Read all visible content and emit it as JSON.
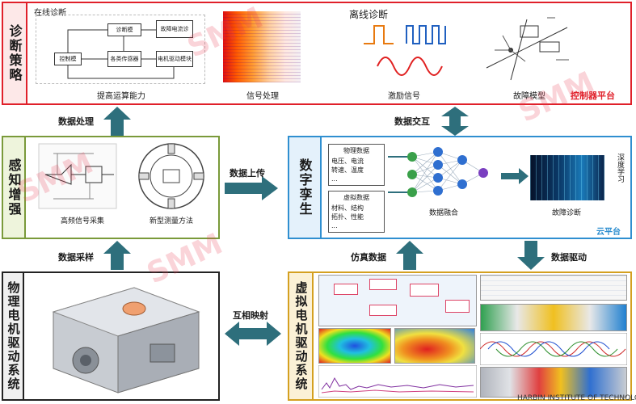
{
  "top": {
    "side_label": "诊断策略",
    "online_title": "在线诊断",
    "offline_title": "离线诊断",
    "blocks": {
      "diagnose": "诊断模",
      "fault_current": "故障电流诊",
      "sensor": "各类传感器",
      "controller": "控制模",
      "motor_drive": "电机驱动模块"
    },
    "captions": [
      "提高运算能力",
      "信号处理",
      "激励信号",
      "故障模型"
    ],
    "platform": "控制器平台"
  },
  "sense": {
    "side_label": "感知增强",
    "captions": [
      "高频信号采集",
      "新型测量方法"
    ]
  },
  "twin": {
    "side_label": "数字孪生",
    "physical_title": "物理数据",
    "physical_lines": [
      "电压、电流",
      "转速、温度",
      "..."
    ],
    "virtual_title": "虚拟数据",
    "virtual_lines": [
      "材料、结构",
      "拓扑、性能",
      "..."
    ],
    "fusion_caption": "数据融合",
    "diag_caption": "故障诊断",
    "deep_learning": "深度学习",
    "platform": "云平台"
  },
  "physical": {
    "side_label": "物理电机驱动系统"
  },
  "virtual": {
    "side_label": "虚拟电机驱动系统"
  },
  "flows": {
    "data_processing": "数据处理",
    "data_interaction": "数据交互",
    "data_upload": "数据上传",
    "data_sampling": "数据采样",
    "sim_data": "仿真数据",
    "data_driven": "数据驱动",
    "mutual_mapping": "互相映射"
  },
  "footer": {
    "institution": "HARBIN INSTITUTE OF TECHNOLOG"
  },
  "watermark": "SMM",
  "colors": {
    "red": "#e0202a",
    "green": "#7a9a3a",
    "blue": "#2f8fd0",
    "black": "#222222",
    "gold": "#d4a020",
    "arrow": "#2e6f7c"
  }
}
